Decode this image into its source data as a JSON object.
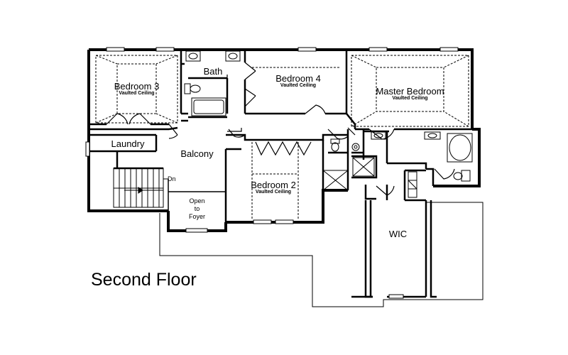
{
  "plan": {
    "title": "Second Floor",
    "rooms": {
      "bedroom3": {
        "name": "Bedroom 3",
        "sub": "Vaulted Ceiling"
      },
      "bath": {
        "name": "Bath"
      },
      "bedroom4": {
        "name": "Bedroom 4",
        "sub": "Vaulted Ceiling"
      },
      "master": {
        "name": "Master Bedroom",
        "sub": "Vaulted Ceiling"
      },
      "laundry": {
        "name": "Laundry"
      },
      "balcony": {
        "name": "Balcony"
      },
      "bedroom2": {
        "name": "Bedroom 2",
        "sub": "Vaulted Ceiling"
      },
      "wic": {
        "name": "WIC"
      }
    },
    "stairs_label": "Dn",
    "open_to_foyer": [
      "Open",
      "to",
      "Foyer"
    ]
  }
}
